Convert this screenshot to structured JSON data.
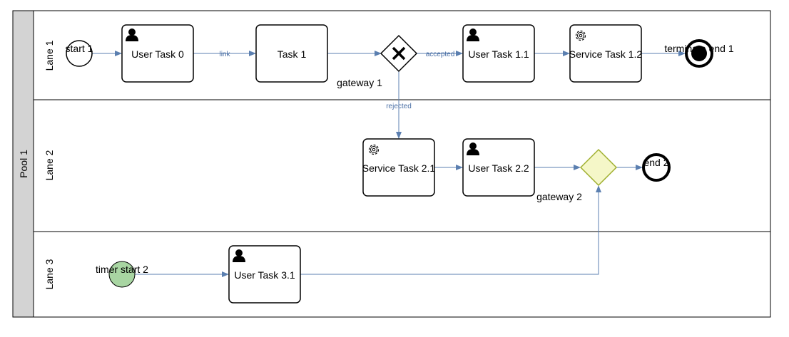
{
  "pool": {
    "label": "Pool 1"
  },
  "lanes": [
    {
      "label": "Lane 1"
    },
    {
      "label": "Lane 2"
    },
    {
      "label": "Lane 3"
    }
  ],
  "events": {
    "start1": {
      "label": "start 1",
      "type": "start"
    },
    "timer_start2": {
      "label": "timer start 2",
      "type": "timer-start"
    },
    "terminate_end1": {
      "label": "terminate end 1",
      "type": "terminate-end"
    },
    "end2": {
      "label": "end 2",
      "type": "end"
    }
  },
  "tasks": {
    "user_task_0": {
      "label": "User Task 0",
      "type": "user"
    },
    "task_1": {
      "label": "Task 1",
      "type": "task"
    },
    "user_task_1_1": {
      "label": "User Task 1.1",
      "type": "user"
    },
    "service_task_1_2": {
      "label": "Service Task 1.2",
      "type": "service"
    },
    "service_task_2_1": {
      "label": "Service Task 2.1",
      "type": "service"
    },
    "user_task_2_2": {
      "label": "User Task 2.2",
      "type": "user"
    },
    "user_task_3_1": {
      "label": "User Task 3.1",
      "type": "user"
    }
  },
  "gateways": {
    "gateway1": {
      "label": "gateway 1",
      "type": "exclusive"
    },
    "gateway2": {
      "label": "gateway 2",
      "type": "parallel"
    }
  },
  "flows": {
    "link": "link",
    "accepted": "accepted",
    "rejected": "rejected"
  },
  "colors": {
    "flow": "#5b7fb0",
    "timer_fill": "#a8d5a2",
    "gateway2_fill": "#f5f7c8",
    "gateway2_stroke": "#a0b030",
    "lane_header": "#d3d3d3"
  }
}
